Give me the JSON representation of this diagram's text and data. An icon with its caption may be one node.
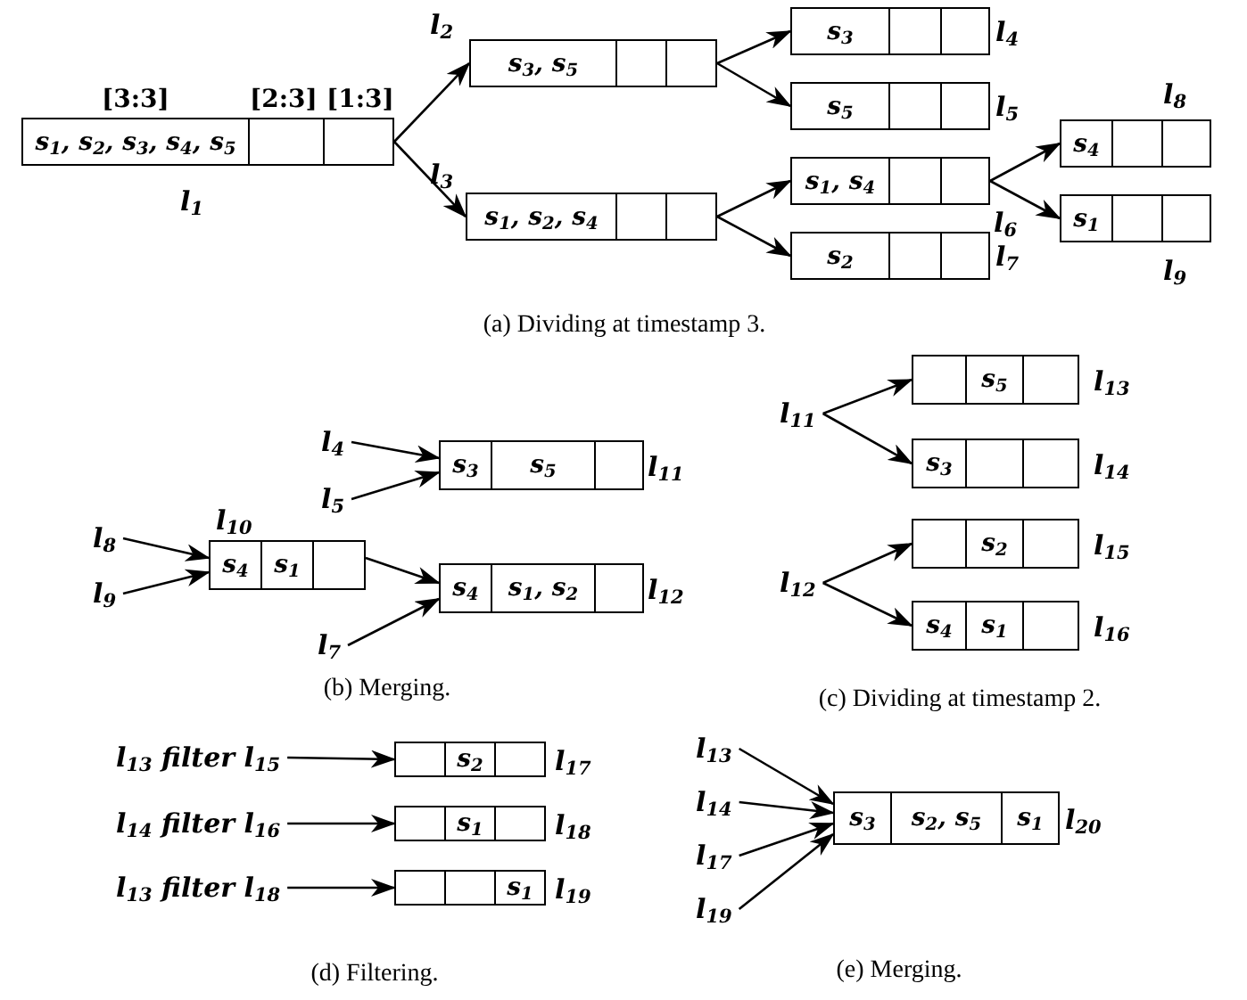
{
  "diagram": {
    "nodes": [
      {
        "text": [
          "[3:3]",
          "[2:3]",
          "[1:3]",
          "s$_{1}$, s$_{2}$, s$_{3}$, s$_{4}$, s$_{5}$"
        ],
        "beside": [
          "l$_{1}$"
        ]
      },
      {
        "text": [
          "s$_{3}$, s$_{5}$"
        ],
        "beside": [
          "l$_{2}$"
        ]
      },
      {
        "text": [
          "s$_{1}$, s$_{2}$, s$_{4}$"
        ],
        "beside": [
          "l$_{3}$"
        ]
      },
      {
        "text": [
          "s$_{3}$"
        ],
        "beside": [
          "l$_{4}$"
        ]
      },
      {
        "text": [
          "s$_{5}$"
        ],
        "beside": [
          "l$_{5}$"
        ]
      },
      {
        "text": [
          "s$_{1}$, s$_{4}$"
        ],
        "beside": [
          "l$_{6}$"
        ]
      },
      {
        "text": [
          "s$_{2}$"
        ],
        "beside": [
          "l$_{7}$"
        ]
      },
      {
        "text": [
          "s$_{4}$"
        ],
        "beside": [
          "l$_{8}$"
        ]
      },
      {
        "text": [
          "s$_{1}$"
        ],
        "beside": [
          "l$_{9}$"
        ]
      },
      {
        "text": [
          "l$_{4}$"
        ]
      },
      {
        "text": [
          "l$_{5}$"
        ]
      },
      {
        "text": [
          "s$_{3}$",
          "s$_{5}$"
        ],
        "beside": [
          "l$_{11}$"
        ]
      },
      {
        "text": [
          "l$_{8}$"
        ]
      },
      {
        "text": [
          "l$_{9}$"
        ]
      },
      {
        "text": [
          "s$_{4}$",
          "s$_{1}$"
        ],
        "beside": [
          "l$_{10}$"
        ]
      },
      {
        "text": [
          "l$_{7}$"
        ]
      },
      {
        "text": [
          "s$_{4}$",
          "s$_{1}$, s$_{2}$"
        ],
        "beside": [
          "l$_{12}$"
        ]
      },
      {
        "text": [
          "l$_{11}$"
        ]
      },
      {
        "text": [
          "s$_{5}$"
        ],
        "beside": [
          "l$_{13}$"
        ]
      },
      {
        "text": [
          "s$_{3}$"
        ],
        "beside": [
          "l$_{14}$"
        ]
      },
      {
        "text": [
          "l$_{12}$"
        ]
      },
      {
        "text": [
          "s$_{2}$"
        ],
        "beside": [
          "l$_{15}$"
        ]
      },
      {
        "text": [
          "s$_{4}$",
          "s$_{1}$"
        ],
        "beside": [
          "l$_{16}$"
        ]
      },
      {
        "text": [
          "l$_{13}$ filter l$_{15}$"
        ]
      },
      {
        "text": [
          "s$_{2}$"
        ],
        "beside": [
          "l$_{17}$"
        ]
      },
      {
        "text": [
          "l$_{14}$ filter l$_{16}$"
        ]
      },
      {
        "text": [
          "s$_{1}$"
        ],
        "beside": [
          "l$_{18}$"
        ]
      },
      {
        "text": [
          "l$_{13}$ filter l$_{18}$"
        ]
      },
      {
        "text": [
          "s$_{1}$"
        ],
        "beside": [
          "l$_{19}$"
        ]
      },
      {
        "text": [
          "l$_{13}$"
        ]
      },
      {
        "text": [
          "l$_{14}$"
        ]
      },
      {
        "text": [
          "l$_{17}$"
        ]
      },
      {
        "text": [
          "l$_{19}$"
        ]
      },
      {
        "text": [
          "s$_{3}$",
          "s$_{2}$, s$_{5}$",
          "s$_{1}$"
        ],
        "beside": [
          "l$_{20}$"
        ]
      }
    ],
    "edges": [
      {
        "from": 0,
        "to": 1,
        "arrow": "to"
      },
      {
        "from": 0,
        "to": 2,
        "arrow": "to"
      },
      {
        "from": 1,
        "to": 3,
        "arrow": "to"
      },
      {
        "from": 1,
        "to": 4,
        "arrow": "to"
      },
      {
        "from": 2,
        "to": 5,
        "arrow": "to"
      },
      {
        "from": 2,
        "to": 6,
        "arrow": "to"
      },
      {
        "from": 5,
        "to": 7,
        "arrow": "to"
      },
      {
        "from": 5,
        "to": 8,
        "arrow": "to"
      },
      {
        "from": 9,
        "to": 11,
        "arrow": "to"
      },
      {
        "from": 10,
        "to": 11,
        "arrow": "to"
      },
      {
        "from": 12,
        "to": 14,
        "arrow": "to"
      },
      {
        "from": 13,
        "to": 14,
        "arrow": "to"
      },
      {
        "from": 14,
        "to": 16,
        "arrow": "to"
      },
      {
        "from": 15,
        "to": 16,
        "arrow": "to"
      },
      {
        "from": 17,
        "to": 18,
        "arrow": "to"
      },
      {
        "from": 17,
        "to": 19,
        "arrow": "to"
      },
      {
        "from": 20,
        "to": 21,
        "arrow": "to"
      },
      {
        "from": 20,
        "to": 22,
        "arrow": "to"
      },
      {
        "from": 23,
        "to": 24,
        "arrow": "to"
      },
      {
        "from": 25,
        "to": 26,
        "arrow": "to"
      },
      {
        "from": 27,
        "to": 28,
        "arrow": "to"
      },
      {
        "from": 29,
        "to": 33,
        "arrow": "to"
      },
      {
        "from": 30,
        "to": 33,
        "arrow": "to"
      },
      {
        "from": 31,
        "to": 33,
        "arrow": "to"
      },
      {
        "from": 32,
        "to": 33,
        "arrow": "to"
      }
    ],
    "labels": [
      "(a) Dividing at timestamp 3.",
      "(b) Merging.",
      "(c) Dividing at timestamp 2.",
      "(d) Filtering.",
      "(e) Merging."
    ]
  }
}
